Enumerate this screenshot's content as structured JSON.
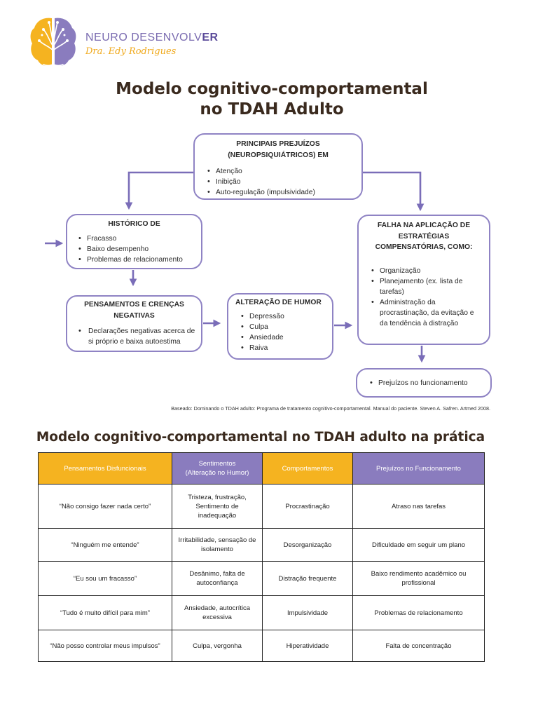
{
  "brand": {
    "name_main": "NEURO DESENVOLV",
    "name_bold": "ER",
    "subtitle": "Dra. Edy Rodrigues",
    "logo_icon": "brain-tree-icon"
  },
  "colors": {
    "purple": "#8a7cbe",
    "yellow": "#f5b320",
    "box_border": "#8f83c4",
    "title": "#3a2a1e"
  },
  "title": {
    "line1": "Modelo cognitivo-comportamental",
    "line2": "no TDAH Adulto"
  },
  "diagram": {
    "prejuizos": {
      "head1": "PRINCIPAIS PREJUÍZOS",
      "head2": "(NEUROPSIQUIÁTRICOS) EM",
      "items": [
        "Atenção",
        "Inibição",
        "Auto-regulação (impulsividade)"
      ]
    },
    "historico": {
      "head": "HISTÓRICO DE",
      "items": [
        "Fracasso",
        "Baixo desempenho",
        "Problemas de relacionamento"
      ]
    },
    "pensamentos": {
      "head1": "PENSAMENTOS E CRENÇAS",
      "head2": "NEGATIVAS",
      "items": [
        "Declarações negativas acerca de si próprio e baixa autoestima"
      ]
    },
    "humor": {
      "head": "ALTERAÇÃO DE HUMOR",
      "items": [
        "Depressão",
        "Culpa",
        "Ansiedade",
        "Raiva"
      ]
    },
    "falha": {
      "head1": "FALHA NA APLICAÇÃO DE",
      "head2": "ESTRATÉGIAS",
      "head3": "COMPENSATÓRIAS, COMO:",
      "items": [
        "Organização",
        "Planejamento (ex. lista de tarefas)",
        "Administração da procrastinação, da evitação e da tendência à distração"
      ]
    },
    "funcionamento": {
      "items": [
        "Prejuízos no funcionamento"
      ]
    }
  },
  "source_note": "Baseado: Dominando o TDAH adulto: Programa de tratamento cognitivo-comportamental. Manual do paciente. Steven A. Safren. Artmed 2008.",
  "practice": {
    "title": "Modelo cognitivo-comportamental no TDAH adulto na prática",
    "headers": {
      "pensamentos": "Pensamentos Disfuncionais",
      "sentimentos_1": "Sentimentos",
      "sentimentos_2": "(Alteração no Humor)",
      "comportamentos": "Comportamentos",
      "prejuizos": "Prejuízos no Funcionamento"
    },
    "rows": [
      {
        "pensamento": "“Não consigo fazer nada certo”",
        "sentimento": "Tristeza, frustração, Sentimento de inadequação",
        "comportamento": "Procrastinação",
        "prejuizo": "Atraso nas tarefas"
      },
      {
        "pensamento": "“Ninguém me entende”",
        "sentimento": "Irritabilidade, sensação de isolamento",
        "comportamento": "Desorganização",
        "prejuizo": "Dificuldade em seguir um plano"
      },
      {
        "pensamento": "“Eu sou um fracasso”",
        "sentimento": "Desânimo, falta de autoconfiança",
        "comportamento": "Distração frequente",
        "prejuizo": "Baixo rendimento acadêmico ou profissional"
      },
      {
        "pensamento": "“Tudo é muito difícil para mim”",
        "sentimento": "Ansiedade, autocrítica excessiva",
        "comportamento": "Impulsividade",
        "prejuizo": "Problemas de relacionamento"
      },
      {
        "pensamento": "“Não posso controlar meus impulsos”",
        "sentimento": "Culpa, vergonha",
        "comportamento": "Hiperatividade",
        "prejuizo": "Falta de concentração"
      }
    ]
  }
}
